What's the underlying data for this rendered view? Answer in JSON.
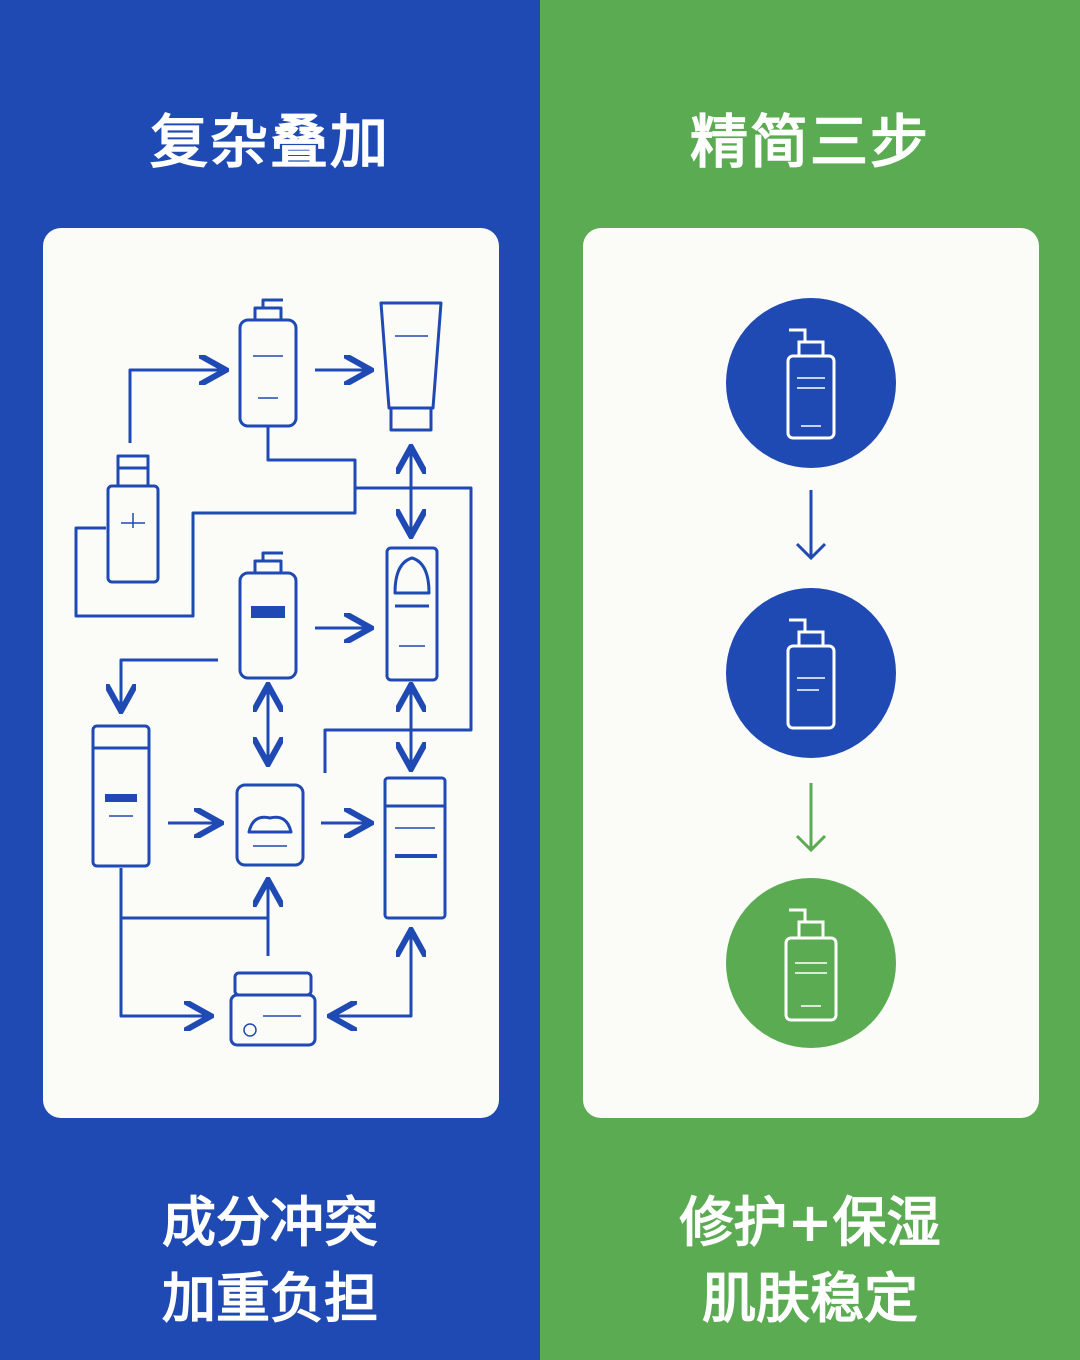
{
  "left": {
    "title": "复杂叠加",
    "caption_line1": "成分冲突",
    "caption_line2": "加重负担",
    "color": "#1f4ab3"
  },
  "right": {
    "title": "精简三步",
    "caption_line1": "修护+保湿",
    "caption_line2": "肌肤稳定",
    "color": "#5aab52"
  },
  "icons": {
    "left_products": [
      "pump-bottle-icon",
      "tube-icon",
      "dropper-bottle-icon",
      "pump-bottle-icon",
      "serum-bottle-icon",
      "tall-bottle-icon",
      "compact-icon",
      "tall-box-icon",
      "jar-icon"
    ],
    "right_steps": [
      "pump-bottle-icon",
      "pump-bottle-icon",
      "pump-bottle-icon"
    ]
  }
}
